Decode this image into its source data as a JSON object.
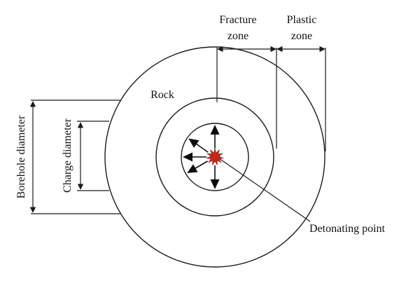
{
  "labels": {
    "fracture_zone_line1": "Fracture",
    "fracture_zone_line2": "zone",
    "plastic_zone_line1": "Plastic",
    "plastic_zone_line2": "zone",
    "rock": "Rock",
    "borehole_diameter": "Borehole diameter",
    "charge_diameter": "Charge diameter",
    "detonating_point": "Detonating point"
  },
  "colors": {
    "line": "#1a1a1a",
    "detonation": "#c0281c",
    "arrow": "#0d0d0d"
  }
}
